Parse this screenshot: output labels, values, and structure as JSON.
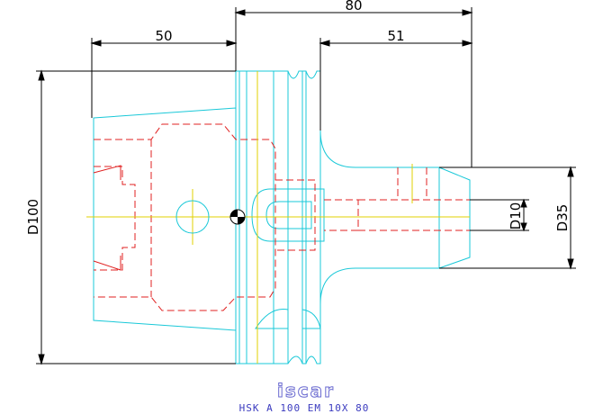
{
  "dimensions": {
    "overall_length": "80",
    "shank_length": "50",
    "projection_length": "51",
    "flange_diameter": "D100",
    "bore_diameter": "D10",
    "nose_diameter": "D35"
  },
  "logo_text": "iscar",
  "caption": "HSK A 100 EM 10X 80",
  "colors": {
    "outline": "#19c8d8",
    "hidden": "#e02020",
    "centerline": "#e0d000",
    "dimension": "#000000",
    "caption": "#3b3bbf"
  }
}
